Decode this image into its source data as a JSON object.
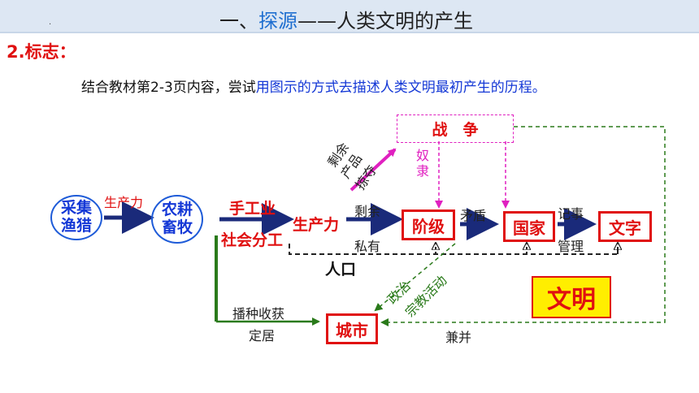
{
  "header": {
    "title_prefix": "一、",
    "title_highlight": "探源",
    "title_suffix": "——人类文明的产生",
    "small_mark": "."
  },
  "section": {
    "title": "2.标志："
  },
  "instruction": {
    "part1": "结合教材第2-3页内容，尝试",
    "part2": "用图示的方式去描述人类文明最初产生的历程。"
  },
  "diagram": {
    "oval_gather": "采集渔猎",
    "oval_farm": "农耕畜牧",
    "label_productivity1": "生产力",
    "label_handicraft": "手工业",
    "label_social_division": "社会分工",
    "label_productivity2": "生产力",
    "label_surplus": "剩余",
    "label_private": "私有",
    "label_population": "人口",
    "label_surplus_products": [
      "剩余",
      "产品",
      "掠夺"
    ],
    "box_war": "战　争",
    "label_slaves": "奴隶",
    "box_class": "阶级",
    "label_contradiction": "矛盾",
    "box_state": "国家",
    "label_record": "记事",
    "label_manage": "管理",
    "box_writing": "文字",
    "label_politics": "政治",
    "label_religion": "宗教活动",
    "label_sowing": "播种收获",
    "label_settle": "定居",
    "box_city": "城市",
    "label_annex": "兼并",
    "box_civilization": "文明"
  },
  "colors": {
    "red": "#e01010",
    "blue": "#1438d6",
    "navy_arrow": "#1a2a7a",
    "green": "#2a7a1a",
    "pink": "#e020c0",
    "civilization_bg": "#ffee00"
  }
}
